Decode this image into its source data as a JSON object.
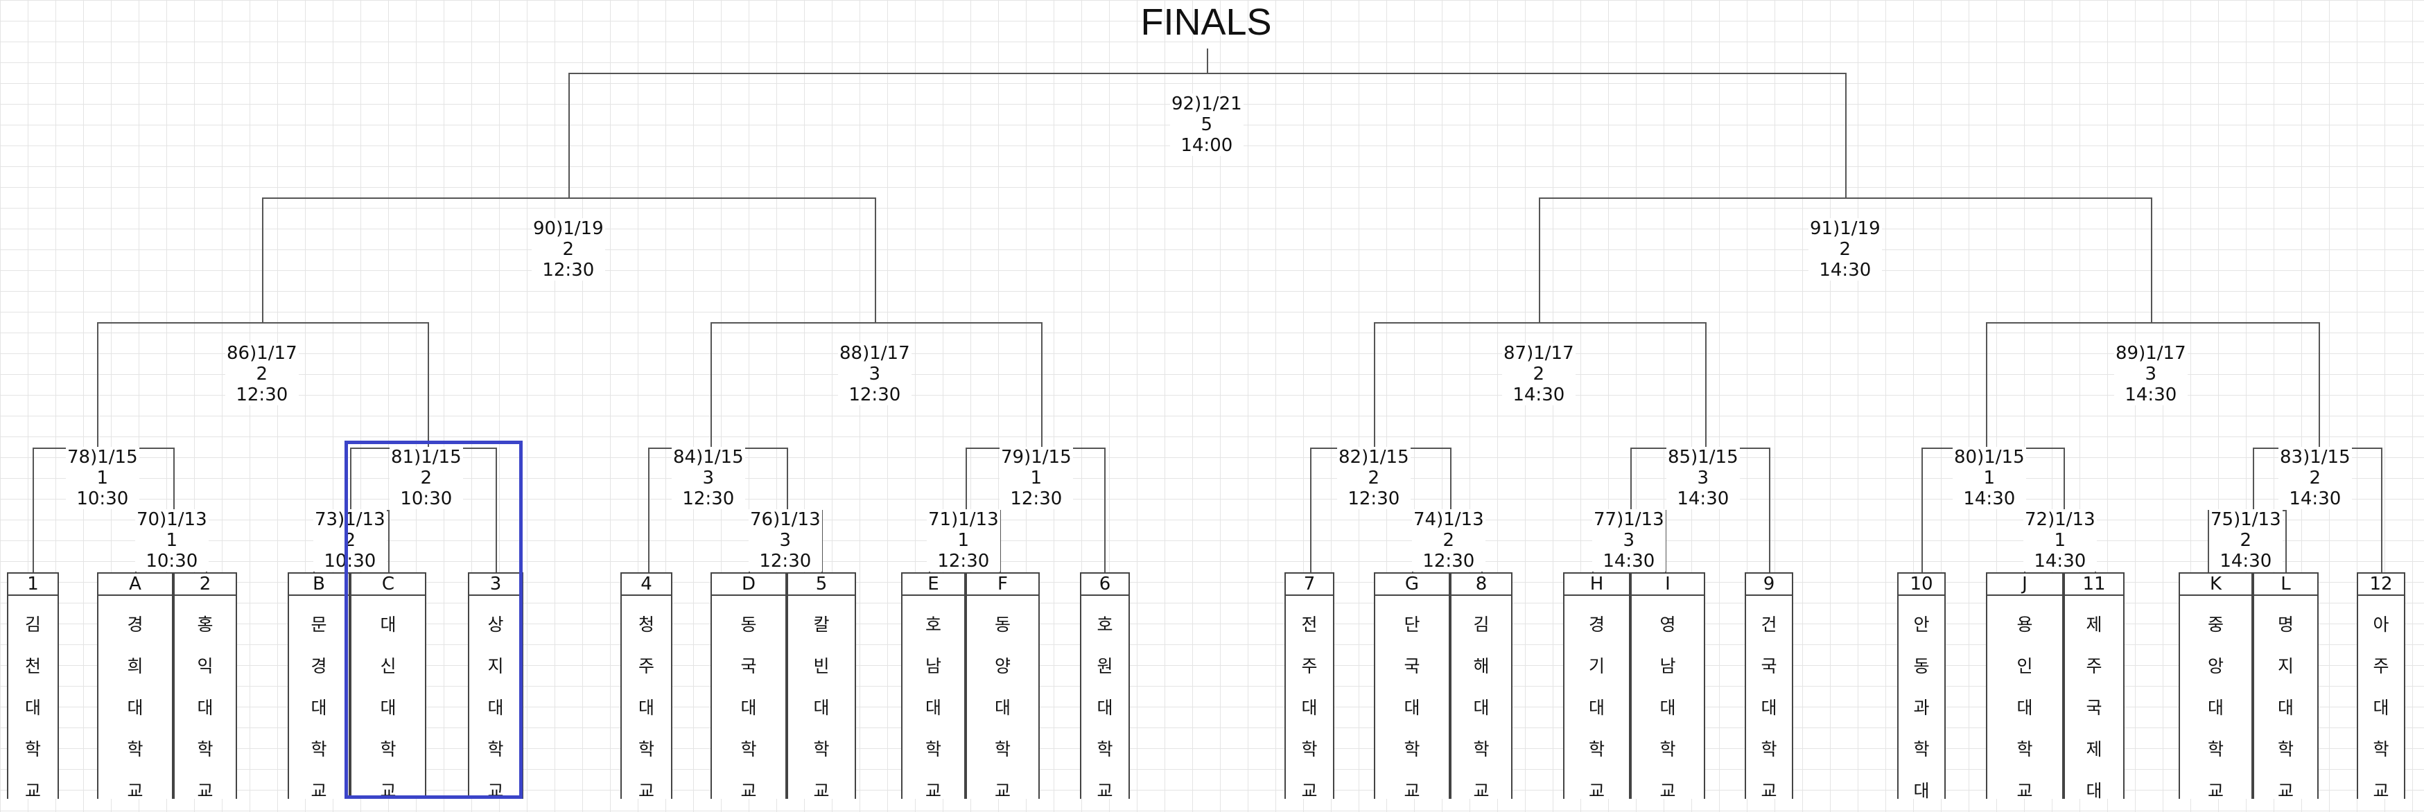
{
  "title": "FINALS",
  "colors": {
    "grid": "#e4e4e4",
    "line": "#555555",
    "selection": "#3b44c8"
  },
  "matches": [
    {
      "id": "m92",
      "num": "92",
      "date": "1/21",
      "court": "5",
      "time": "14:00"
    },
    {
      "id": "m90",
      "num": "90",
      "date": "1/19",
      "court": "2",
      "time": "12:30"
    },
    {
      "id": "m91",
      "num": "91",
      "date": "1/19",
      "court": "2",
      "time": "14:30"
    },
    {
      "id": "m86",
      "num": "86",
      "date": "1/17",
      "court": "2",
      "time": "12:30"
    },
    {
      "id": "m88",
      "num": "88",
      "date": "1/17",
      "court": "3",
      "time": "12:30"
    },
    {
      "id": "m87",
      "num": "87",
      "date": "1/17",
      "court": "2",
      "time": "14:30"
    },
    {
      "id": "m89",
      "num": "89",
      "date": "1/17",
      "court": "3",
      "time": "14:30"
    },
    {
      "id": "m78",
      "num": "78",
      "date": "1/15",
      "court": "1",
      "time": "10:30"
    },
    {
      "id": "m81",
      "num": "81",
      "date": "1/15",
      "court": "2",
      "time": "10:30"
    },
    {
      "id": "m84",
      "num": "84",
      "date": "1/15",
      "court": "3",
      "time": "12:30"
    },
    {
      "id": "m79",
      "num": "79",
      "date": "1/15",
      "court": "1",
      "time": "12:30"
    },
    {
      "id": "m82",
      "num": "82",
      "date": "1/15",
      "court": "2",
      "time": "12:30"
    },
    {
      "id": "m85",
      "num": "85",
      "date": "1/15",
      "court": "3",
      "time": "14:30"
    },
    {
      "id": "m80",
      "num": "80",
      "date": "1/15",
      "court": "1",
      "time": "14:30"
    },
    {
      "id": "m83",
      "num": "83",
      "date": "1/15",
      "court": "2",
      "time": "14:30"
    },
    {
      "id": "m70",
      "num": "70",
      "date": "1/13",
      "court": "1",
      "time": "10:30"
    },
    {
      "id": "m73",
      "num": "73",
      "date": "1/13",
      "court": "2",
      "time": "10:30"
    },
    {
      "id": "m76",
      "num": "76",
      "date": "1/13",
      "court": "3",
      "time": "12:30"
    },
    {
      "id": "m71",
      "num": "71",
      "date": "1/13",
      "court": "1",
      "time": "12:30"
    },
    {
      "id": "m74",
      "num": "74",
      "date": "1/13",
      "court": "2",
      "time": "12:30"
    },
    {
      "id": "m77",
      "num": "77",
      "date": "1/13",
      "court": "3",
      "time": "14:30"
    },
    {
      "id": "m72",
      "num": "72",
      "date": "1/13",
      "court": "1",
      "time": "14:30"
    },
    {
      "id": "m75",
      "num": "75",
      "date": "1/13",
      "court": "2",
      "time": "14:30"
    }
  ],
  "teams": [
    {
      "seed": "1",
      "name": "김천대학교"
    },
    {
      "seed": "A",
      "name": "경희대학교"
    },
    {
      "seed": "2",
      "name": "홍익대학교"
    },
    {
      "seed": "B",
      "name": "문경대학교"
    },
    {
      "seed": "C",
      "name": "대신대학교"
    },
    {
      "seed": "3",
      "name": "상지대학교"
    },
    {
      "seed": "4",
      "name": "청주대학교"
    },
    {
      "seed": "D",
      "name": "동국대학교"
    },
    {
      "seed": "5",
      "name": "칼빈대학교"
    },
    {
      "seed": "E",
      "name": "호남대학교"
    },
    {
      "seed": "F",
      "name": "동양대학교"
    },
    {
      "seed": "6",
      "name": "호원대학교"
    },
    {
      "seed": "7",
      "name": "전주대학교"
    },
    {
      "seed": "G",
      "name": "단국대학교"
    },
    {
      "seed": "8",
      "name": "김해대학교"
    },
    {
      "seed": "H",
      "name": "경기대학교"
    },
    {
      "seed": "I",
      "name": "영남대학교"
    },
    {
      "seed": "9",
      "name": "건국대학교"
    },
    {
      "seed": "10",
      "name": "안동과학대"
    },
    {
      "seed": "J",
      "name": "용인대학교"
    },
    {
      "seed": "11",
      "name": "제주국제대"
    },
    {
      "seed": "K",
      "name": "중앙대학교"
    },
    {
      "seed": "L",
      "name": "명지대학교"
    },
    {
      "seed": "12",
      "name": "아주대학교"
    }
  ]
}
